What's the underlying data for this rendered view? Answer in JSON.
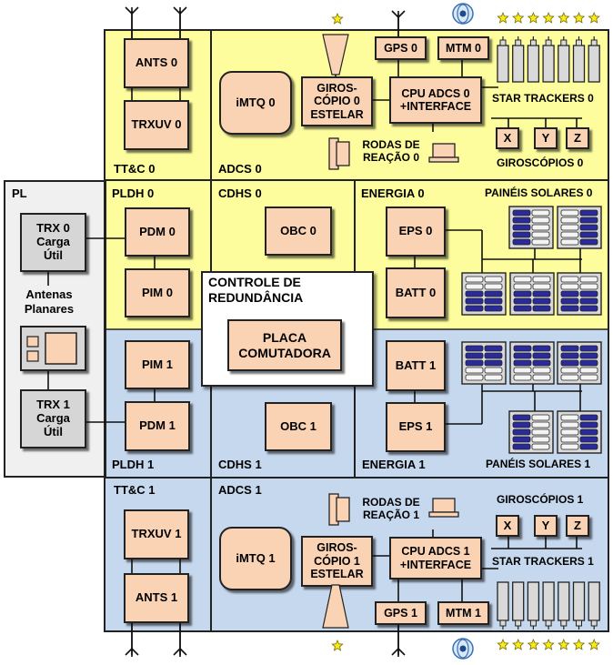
{
  "ttc0": {
    "section": "TT&C 0",
    "ants": "ANTS 0",
    "trxuv": "TRXUV 0"
  },
  "adcs0": {
    "section": "ADCS 0",
    "imtq": "iMTQ 0",
    "gyro_stellar": "GIROS-\nCÓPIO 0\nESTELAR",
    "gps": "GPS 0",
    "mtm": "MTM 0",
    "cpu": "CPU ADCS 0\n+INTERFACE",
    "star_trackers": "STAR TRACKERS  0",
    "reaction_wheels": "RODAS DE\nREAÇÃO 0",
    "x": "X",
    "y": "Y",
    "z": "Z",
    "gyros": "GIROSCÓPIOS 0"
  },
  "pl": {
    "section": "PL",
    "trx0": "TRX 0\nCarga\nÚtil",
    "antennas": "Antenas\nPlanares",
    "trx1": "TRX 1\nCarga\nÚtil"
  },
  "pldh0": {
    "section": "PLDH 0",
    "pdm": "PDM 0",
    "pim": "PIM 0"
  },
  "cdhs0": {
    "section": "CDHS 0",
    "obc": "OBC 0"
  },
  "energia0": {
    "section": "ENERGIA 0",
    "eps": "EPS 0",
    "batt": "BATT 0",
    "panels": "PAINÉIS SOLARES 0"
  },
  "redundancy": {
    "title": "CONTROLE DE\nREDUNDÂNCIA",
    "board": "PLACA\nCOMUTADORA"
  },
  "pldh1": {
    "section": "PLDH 1",
    "pdm": "PDM 1",
    "pim": "PIM 1"
  },
  "cdhs1": {
    "section": "CDHS 1",
    "obc": "OBC 1"
  },
  "energia1": {
    "section": "ENERGIA 1",
    "eps": "EPS 1",
    "batt": "BATT 1",
    "panels": "PANÉIS SOLARES 1"
  },
  "ttc1": {
    "section": "TT&C 1",
    "ants": "ANTS 1",
    "trxuv": "TRXUV 1"
  },
  "adcs1": {
    "section": "ADCS 1",
    "imtq": "iMTQ 1",
    "gyro_stellar": "GIROS-\nCÓPIO 1\nESTELAR",
    "gps": "GPS 1",
    "mtm": "MTM 1",
    "cpu": "CPU ADCS 1\n+INTERFACE",
    "star_trackers": "STAR TRACKERS  1",
    "reaction_wheels": "RODAS DE\nREAÇÃO 1",
    "x": "X",
    "y": "Y",
    "z": "Z",
    "gyros": "GIROSCÓPIOS 1"
  },
  "colors": {
    "yellow_zone": "#fdfd9e",
    "blue_zone": "#c6d8ee",
    "module": "#fad3b5",
    "payload": "#d6d6d6",
    "solar_cell": "#2a2a9a",
    "star": "#f6ec1a"
  }
}
